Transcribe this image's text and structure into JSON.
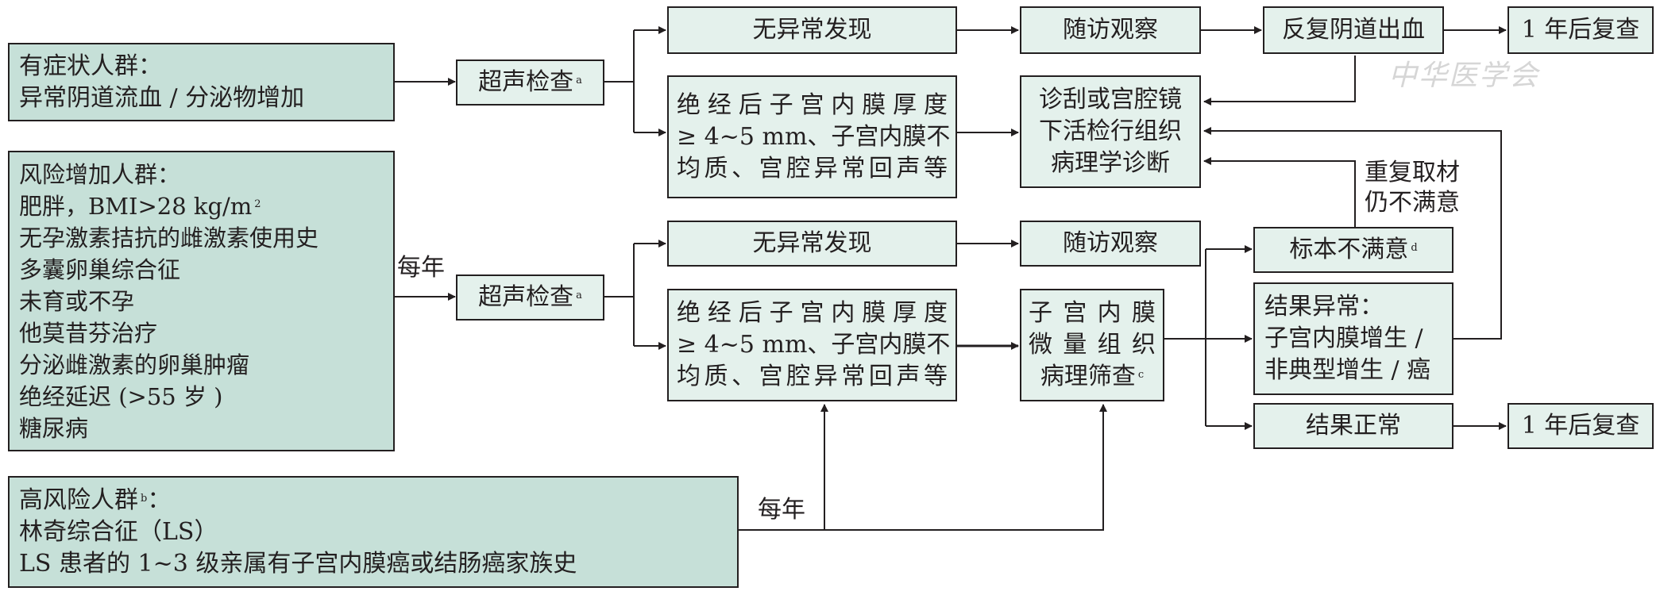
{
  "groups": {
    "symptomatic": {
      "title": "有症状人群：",
      "lines": [
        "异常阴道流血 / 分泌物增加"
      ]
    },
    "increased": {
      "title": "风险增加人群：",
      "lines": [
        "肥胖，BMI>28 kg/m",
        "无孕激素拮抗的雌激素使用史",
        "多囊卵巢综合征",
        "未育或不孕",
        "他莫昔芬治疗",
        "分泌雌激素的卵巢肿瘤",
        "绝经延迟 (>55 岁 )",
        "糖尿病"
      ],
      "bmi_exponent": "2"
    },
    "high": {
      "title": "高风险人群",
      "title_sup": "b",
      "title_suffix": "：",
      "lines": [
        "林奇综合征（LS）",
        "LS 患者的 1~3 级亲属有子宫内膜癌或结肠癌家族史"
      ]
    }
  },
  "labels": {
    "yearly_1": "每年",
    "yearly_2": "每年",
    "repeat_1": "重复取材",
    "repeat_2": "仍不满意"
  },
  "nodes": {
    "us_top": {
      "text": "超声检查",
      "sup": "a"
    },
    "no_abn_top": "无异常发现",
    "follow_top": "随访观察",
    "repeat_bleed": "反复阴道出血",
    "recheck_top": "1 年后复查",
    "abn_top": [
      "绝经后子宫内膜厚度",
      "≥ 4~5 mm、子宫内膜不",
      "均质、宫腔异常回声等"
    ],
    "biopsy": [
      "诊刮或宫腔镜",
      "下活检行组织",
      "病理学诊断"
    ],
    "us_mid": {
      "text": "超声检查",
      "sup": "a"
    },
    "no_abn_mid": "无异常发现",
    "follow_mid": "随访观察",
    "unsat": {
      "text": "标本不满意",
      "sup": "d"
    },
    "abn_mid": [
      "绝经后子宫内膜厚度",
      "≥ 4~5 mm、子宫内膜不",
      "均质、宫腔异常回声等"
    ],
    "micro": {
      "lines": [
        "子宫内膜",
        "微量组织",
        "病理筛查"
      ],
      "sup": "c"
    },
    "result_abn": [
      "结果异常：",
      "子宫内膜增生 /",
      "非典型增生 / 癌"
    ],
    "result_norm": "结果正常",
    "recheck_bottom": "1 年后复查"
  },
  "watermark": "中华医学会",
  "colors": {
    "box_fill": "#e4f1ec",
    "group_fill": "#c6e0d8",
    "line": "#231f20"
  }
}
